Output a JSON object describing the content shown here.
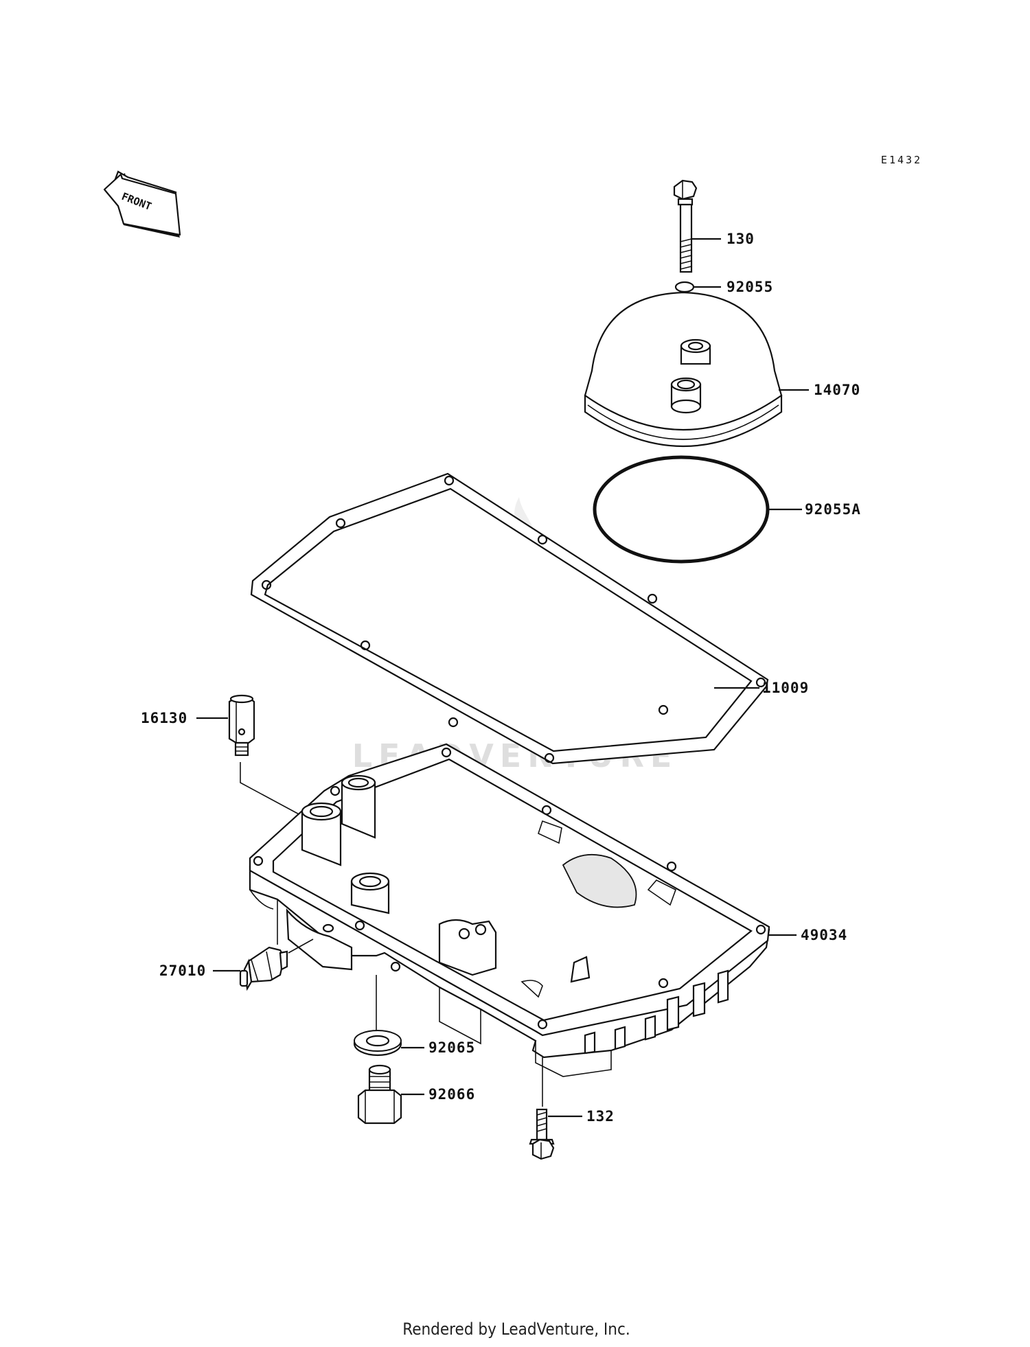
{
  "diagram": {
    "drawing_code": "E1432",
    "front_marker": "FRONT",
    "watermark": "LEADVENTURE",
    "footer": "Rendered by LeadVenture, Inc.",
    "callouts": [
      "130",
      "92055",
      "14070",
      "92055A",
      "11009",
      "16130",
      "49034",
      "27010",
      "92065",
      "92066",
      "132"
    ]
  }
}
